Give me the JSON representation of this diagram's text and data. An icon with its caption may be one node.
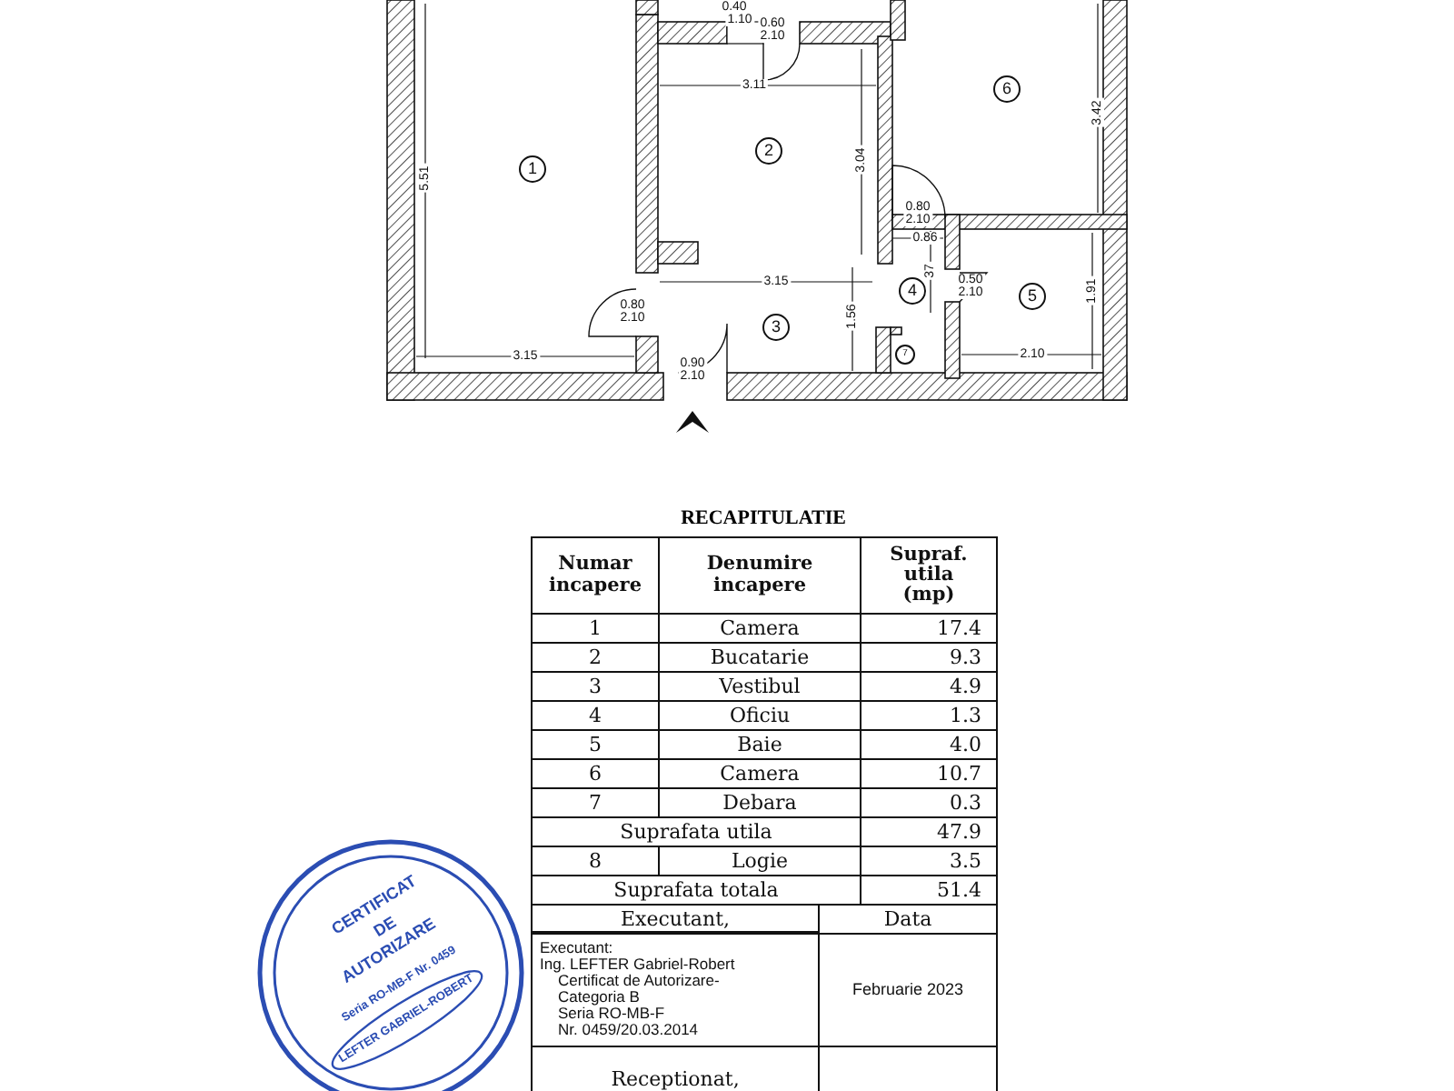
{
  "diagram": {
    "title": "RECAPITULATIE",
    "labels": [
      "0.40",
      "1.10",
      "0.60",
      "2.10",
      "3.11",
      "6",
      "3.42",
      "5.51",
      "1",
      "2",
      "3.04",
      "0.80",
      "2.10",
      "0.86",
      "37",
      "0.50",
      "2.10",
      "3.15",
      "4",
      "5",
      "0.80",
      "2.10",
      "3",
      "1.56",
      "1.91",
      "7",
      "0.90",
      "2.10",
      "3.15",
      "2.10",
      "Numar incapere",
      "Denumire incapere",
      "Supraf. utila (mp)",
      "1",
      "Camera",
      "17.4",
      "2",
      "Bucatarie",
      "9.3",
      "3",
      "Vestibul",
      "4.9",
      "4",
      "Oficiu",
      "1.3",
      "5",
      "Baie",
      "4.0",
      "6",
      "Camera",
      "10.7",
      "7",
      "Debara",
      "0.3",
      "Suprafata utila",
      "47.9",
      "8",
      "Logie",
      "3.5",
      "Suprafata totala",
      "51.4",
      "Executant,",
      "Data",
      "Executant:",
      "Ing. LEFTER Gabriel-Robert",
      "Certificat de Autorizare-Categoria B",
      "Seria RO-MB-F",
      "Nr. 0459/20.03.2014",
      "Februarie 2023",
      "Receptionat,",
      "CERTIFICAT",
      "DE",
      "AUTORIZARE",
      "Seria RO-MB-F Nr. 0459",
      "LEFTER GABRIEL-ROBERT"
    ]
  }
}
